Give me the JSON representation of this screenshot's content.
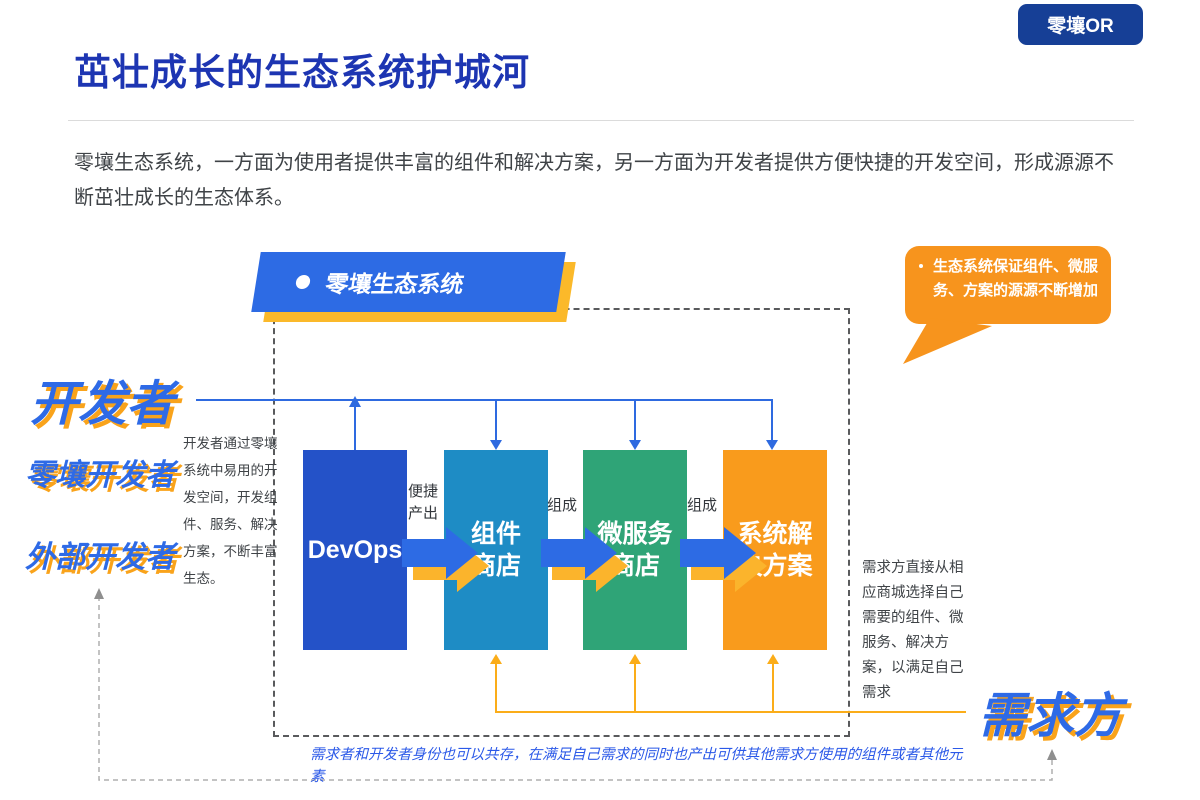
{
  "badge": {
    "label": "零壤OR"
  },
  "header": {
    "title": "茁壮成长的生态系统护城河",
    "intro": "零壤生态系统，一方面为使用者提供丰富的组件和解决方案，另一方面为开发者提供方便快捷的开发空间，形成源源不断茁壮成长的生态体系。"
  },
  "diagram": {
    "banner": {
      "label": "零壤生态系统"
    },
    "callout": {
      "text": "生态系统保证组件、微服务、方案的源源不断增加"
    },
    "left": {
      "group_label": "开发者",
      "sub_labels": [
        "零壤开发者",
        "外部开发者"
      ],
      "description": "开发者通过零壤系统中易用的开发空间，开发组件、服务、解决方案，不断丰富生态。"
    },
    "pipeline": {
      "boxes": [
        {
          "label": "DevOps",
          "color": "#2452C8"
        },
        {
          "label": "组件\n商店",
          "color": "#1E8CC5"
        },
        {
          "label": "微服务\n商店",
          "color": "#2FA477"
        },
        {
          "label": "系统解\n决方案",
          "color": "#F99B1C"
        }
      ],
      "arrow_labels": [
        "便捷产出",
        "组成",
        "组成"
      ]
    },
    "right": {
      "description": "需求方直接从相应商城选择自己需要的组件、微服务、解决方案，以满足自己需求",
      "group_label": "需求方"
    },
    "footnote": "需求者和开发者身份也可以共存，在满足自己需求的同时也产出可供其他需求方使用的组件或者其他元素"
  },
  "colors": {
    "title_blue": "#1D35B2",
    "badge_navy": "#163F96",
    "accent_blue": "#2E6AE6",
    "banner_blue": "#2D6BE4",
    "accent_yellow": "#FBB92A",
    "shadow_orange": "#F9A31B",
    "bubble_orange": "#F7941D",
    "line_blue": "#2E6AE0",
    "line_orange": "#FBAD19",
    "footnote_blue": "#2B59E8",
    "text_dark": "#3F4347"
  }
}
